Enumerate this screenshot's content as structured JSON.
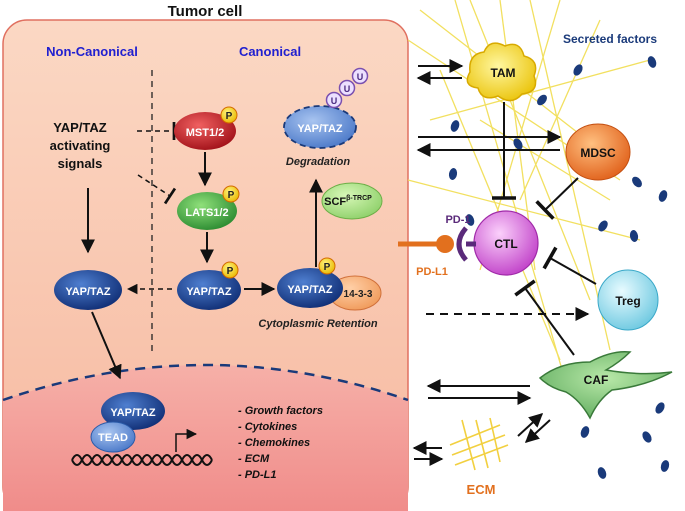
{
  "title": "Tumor cell",
  "sections": {
    "non_canonical": "Non-Canonical",
    "canonical": "Canonical"
  },
  "signals": {
    "line1": "YAP/TAZ",
    "line2": "activating",
    "line3": "signals"
  },
  "nodes": {
    "mst": "MST1/2",
    "lats": "LATS1/2",
    "yap_left": "YAP/TAZ",
    "yap_center": "YAP/TAZ",
    "yap_retained": "YAP/TAZ",
    "yap_degraded": "YAP/TAZ",
    "yap_nucleus": "YAP/TAZ",
    "tead": "TEAD",
    "protein_1433": "14-3-3",
    "scf_base": "SCF",
    "scf_sup": "β-TRCP",
    "phospho": "P",
    "ubiquitin": "U"
  },
  "labels": {
    "degradation": "Degradation",
    "cytoplasmic_retention": "Cytoplasmic Retention",
    "pd1": "PD-1",
    "pdl1": "PD-L1",
    "secreted_factors": "Secreted factors",
    "ecm": "ECM"
  },
  "cells": {
    "tam": "TAM",
    "mdsc": "MDSC",
    "ctl": "CTL",
    "treg": "Treg",
    "caf": "CAF"
  },
  "outputs": [
    "- Growth factors",
    "- Cytokines",
    "- Chemokines",
    "- ECM",
    "- PD-L1"
  ],
  "colors": {
    "cell_fill": "#f9c9b0",
    "nucleus_fill": "#f4a6a0",
    "section_label": "#2020d0",
    "yap_blue": "#1a3f8f",
    "mst_red": "#c0202a",
    "lats_green": "#2e9a3a",
    "phospho_yellow": "#f5c400",
    "tam_yellow": "#f2d21a",
    "mdsc_orange": "#ee7b28",
    "ctl_purple": "#d55ad8",
    "treg_cyan": "#7fd6ec",
    "caf_green": "#7fc47d",
    "pdl1_orange": "#e2701e",
    "secreted_navy": "#1a3a7a"
  }
}
